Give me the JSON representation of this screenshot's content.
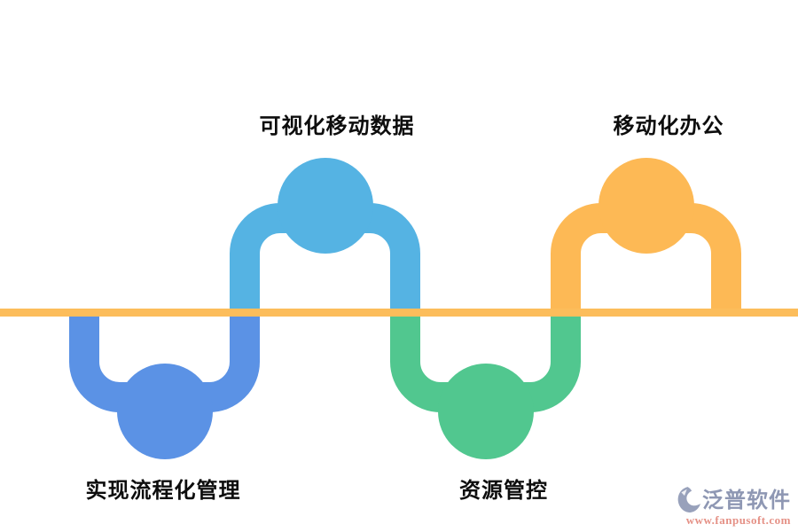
{
  "diagram": {
    "items": [
      {
        "label": "实现流程化管理",
        "position": "bottom-left",
        "color": "#5B92E5"
      },
      {
        "label": "可视化移动数据",
        "position": "top-left",
        "color": "#55B3E3"
      },
      {
        "label": "资源管控",
        "position": "bottom-center",
        "color": "#51C78F"
      },
      {
        "label": "移动化办公",
        "position": "top-right",
        "color": "#FDB955"
      }
    ],
    "text_color": "#0d0d0d"
  },
  "colors": {
    "dark_blue": "#5B92E5",
    "light_blue": "#55B3E3",
    "green": "#51C78F",
    "orange": "#FDB955",
    "baseline": "#FCBD5B"
  },
  "watermark": {
    "brand": "泛普软件",
    "url": "www.fanpusoft.com",
    "brand_color": "#98A1BB",
    "url_color": "#E59186"
  }
}
